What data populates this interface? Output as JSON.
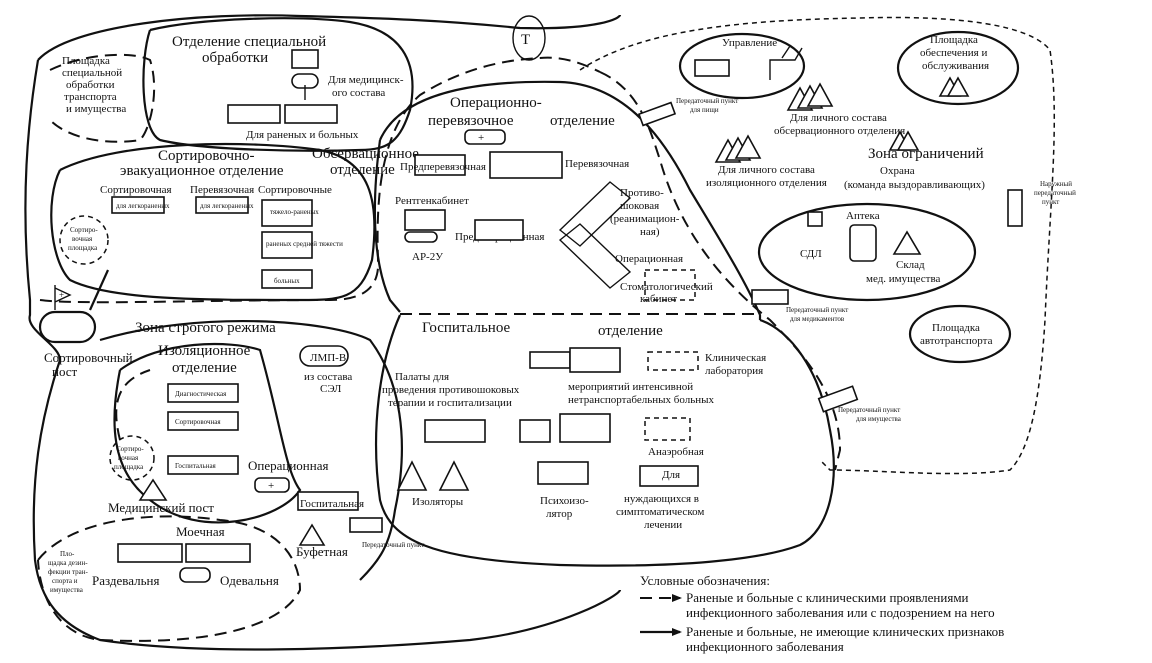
{
  "header": {
    "symbol": "Т"
  },
  "zones": {
    "special_treatment": {
      "title_line1": "Отделение специальной",
      "title_line2": "обработки",
      "medical_staff_line1": "Для медицинск-",
      "medical_staff_line2": "ого состава",
      "wounded": "Для раненых и больных"
    },
    "transport_pad": {
      "line1": "Площадка",
      "line2": "специальной",
      "line3": "обработки",
      "line4": "транспорта",
      "line5": "и имущества"
    },
    "sorting": {
      "title_line1": "Сортировочно-",
      "title_line2": "эвакуационное отделение",
      "sort_room": "Сортировочная",
      "sort_room_sub": "для легкораненых",
      "dressing": "Перевязочная",
      "dressing_sub": "для легкораненых",
      "sort_heavy": "Сортировочные",
      "heavy": "тяжело-раненых",
      "medium": "раненых средней тяжести",
      "sick": "больных",
      "pad_line1": "Сортиро-",
      "pad_line2": "вочная",
      "pad_line3": "площадка"
    },
    "observation": {
      "line1": "Обсервационное",
      "line2": "отделение"
    },
    "operating": {
      "title_line1": "Операционно-",
      "title_line2": "перевязочное",
      "title_line3": "отделение",
      "predressing": "Предперевязочная",
      "dressing": "Перевязочная",
      "xray": "Рентгенкабинет",
      "ar": "АР-2У",
      "preop": "Предоперационная",
      "antishock_line1": "Противо-",
      "antishock_line2": "шоковая",
      "antishock_line3": "(реанимацион-",
      "antishock_line4": "ная)",
      "operation": "Операционная",
      "dental_line1": "Стоматологический",
      "dental_line2": "кабинет"
    },
    "strict": {
      "title": "Зона строгого режима",
      "isolation_line1": "Изоляционное",
      "isolation_line2": "отделение",
      "diagnostic": "Диагностическая",
      "sorting": "Сортировочная",
      "hospital": "Госпитальная",
      "operation": "Операционная",
      "hospital2": "Госпитальная",
      "buffet": "Буфетная",
      "transfer": "Передаточный пункт",
      "pad_line1": "Сортиро-",
      "pad_line2": "вочная",
      "pad_line3": "площадка",
      "med_post": "Медицинский пост",
      "lmp": "ЛМП-В",
      "lmp_sub1": "из состава",
      "lmp_sub2": "СЭЛ"
    },
    "washing": {
      "wash": "Моечная",
      "undress": "Раздевальня",
      "dress": "Одевальня",
      "decon_line1": "Пло-",
      "decon_line2": "щадка дезин-",
      "decon_line3": "фекции тран-",
      "decon_line4": "спорта и",
      "decon_line5": "имущества"
    },
    "hospital": {
      "title_line1": "Госпитальное",
      "title_line2": "отделение",
      "wards_line1": "Палаты для",
      "wards_line2": "проведения противошоковых",
      "wards_line3": "терапии и госпитализации",
      "intensive_line1": "мероприятий интенсивной",
      "intensive_line2": "нетранспортабельных больных",
      "lab_line1": "Клиническая",
      "lab_line2": "лаборатория",
      "anaerobic": "Анаэробная",
      "isolators": "Изоляторы",
      "psych_line1": "Психоизо-",
      "psych_line2": "лятор",
      "symptom_line1": "Для",
      "symptom_line2": "нуждающихся в",
      "symptom_line3": "симптоматическом",
      "symptom_line4": "лечении"
    },
    "restriction": {
      "management": "Управление",
      "support_line1": "Площадка",
      "support_line2": "обеспечения и",
      "support_line3": "обслуживания",
      "obs_staff_line1": "Для личного состава",
      "obs_staff_line2": "обсервационного отделения",
      "iso_staff_line1": "Для личного состава",
      "iso_staff_line2": "изоляционного отделения",
      "zone_title": "Зона ограничений",
      "guard_line1": "Охрана",
      "guard_line2": "(команда выздоравливающих)",
      "pharmacy": "Аптека",
      "sdl": "СДЛ",
      "warehouse_line1": "Склад",
      "warehouse_line2": "мед. имущества",
      "auto_line1": "Площадка",
      "auto_line2": "автотранспорта"
    },
    "transfer_points": {
      "food_line1": "Передаточный пункт",
      "food_line2": "для пищи",
      "meds_line1": "Передаточный пункт",
      "meds_line2": "для медикаментов",
      "property_line1": "Передаточный пункт",
      "property_line2": "для имущества",
      "outer_line1": "Наружный",
      "outer_line2": "передаточный",
      "outer_line3": "пункт"
    },
    "entry": {
      "sort_post_line1": "Сортировочный",
      "sort_post_line2": "пост"
    }
  },
  "legend": {
    "title": "Условные обозначения:",
    "item1_line1": "Раненые и больные с клиническими проявлениями",
    "item1_line2": "инфекционного заболевания или с подозрением на него",
    "item2_line1": "Раненые и больные, не имеющие клинических признаков",
    "item2_line2": "инфекционного заболевания"
  }
}
